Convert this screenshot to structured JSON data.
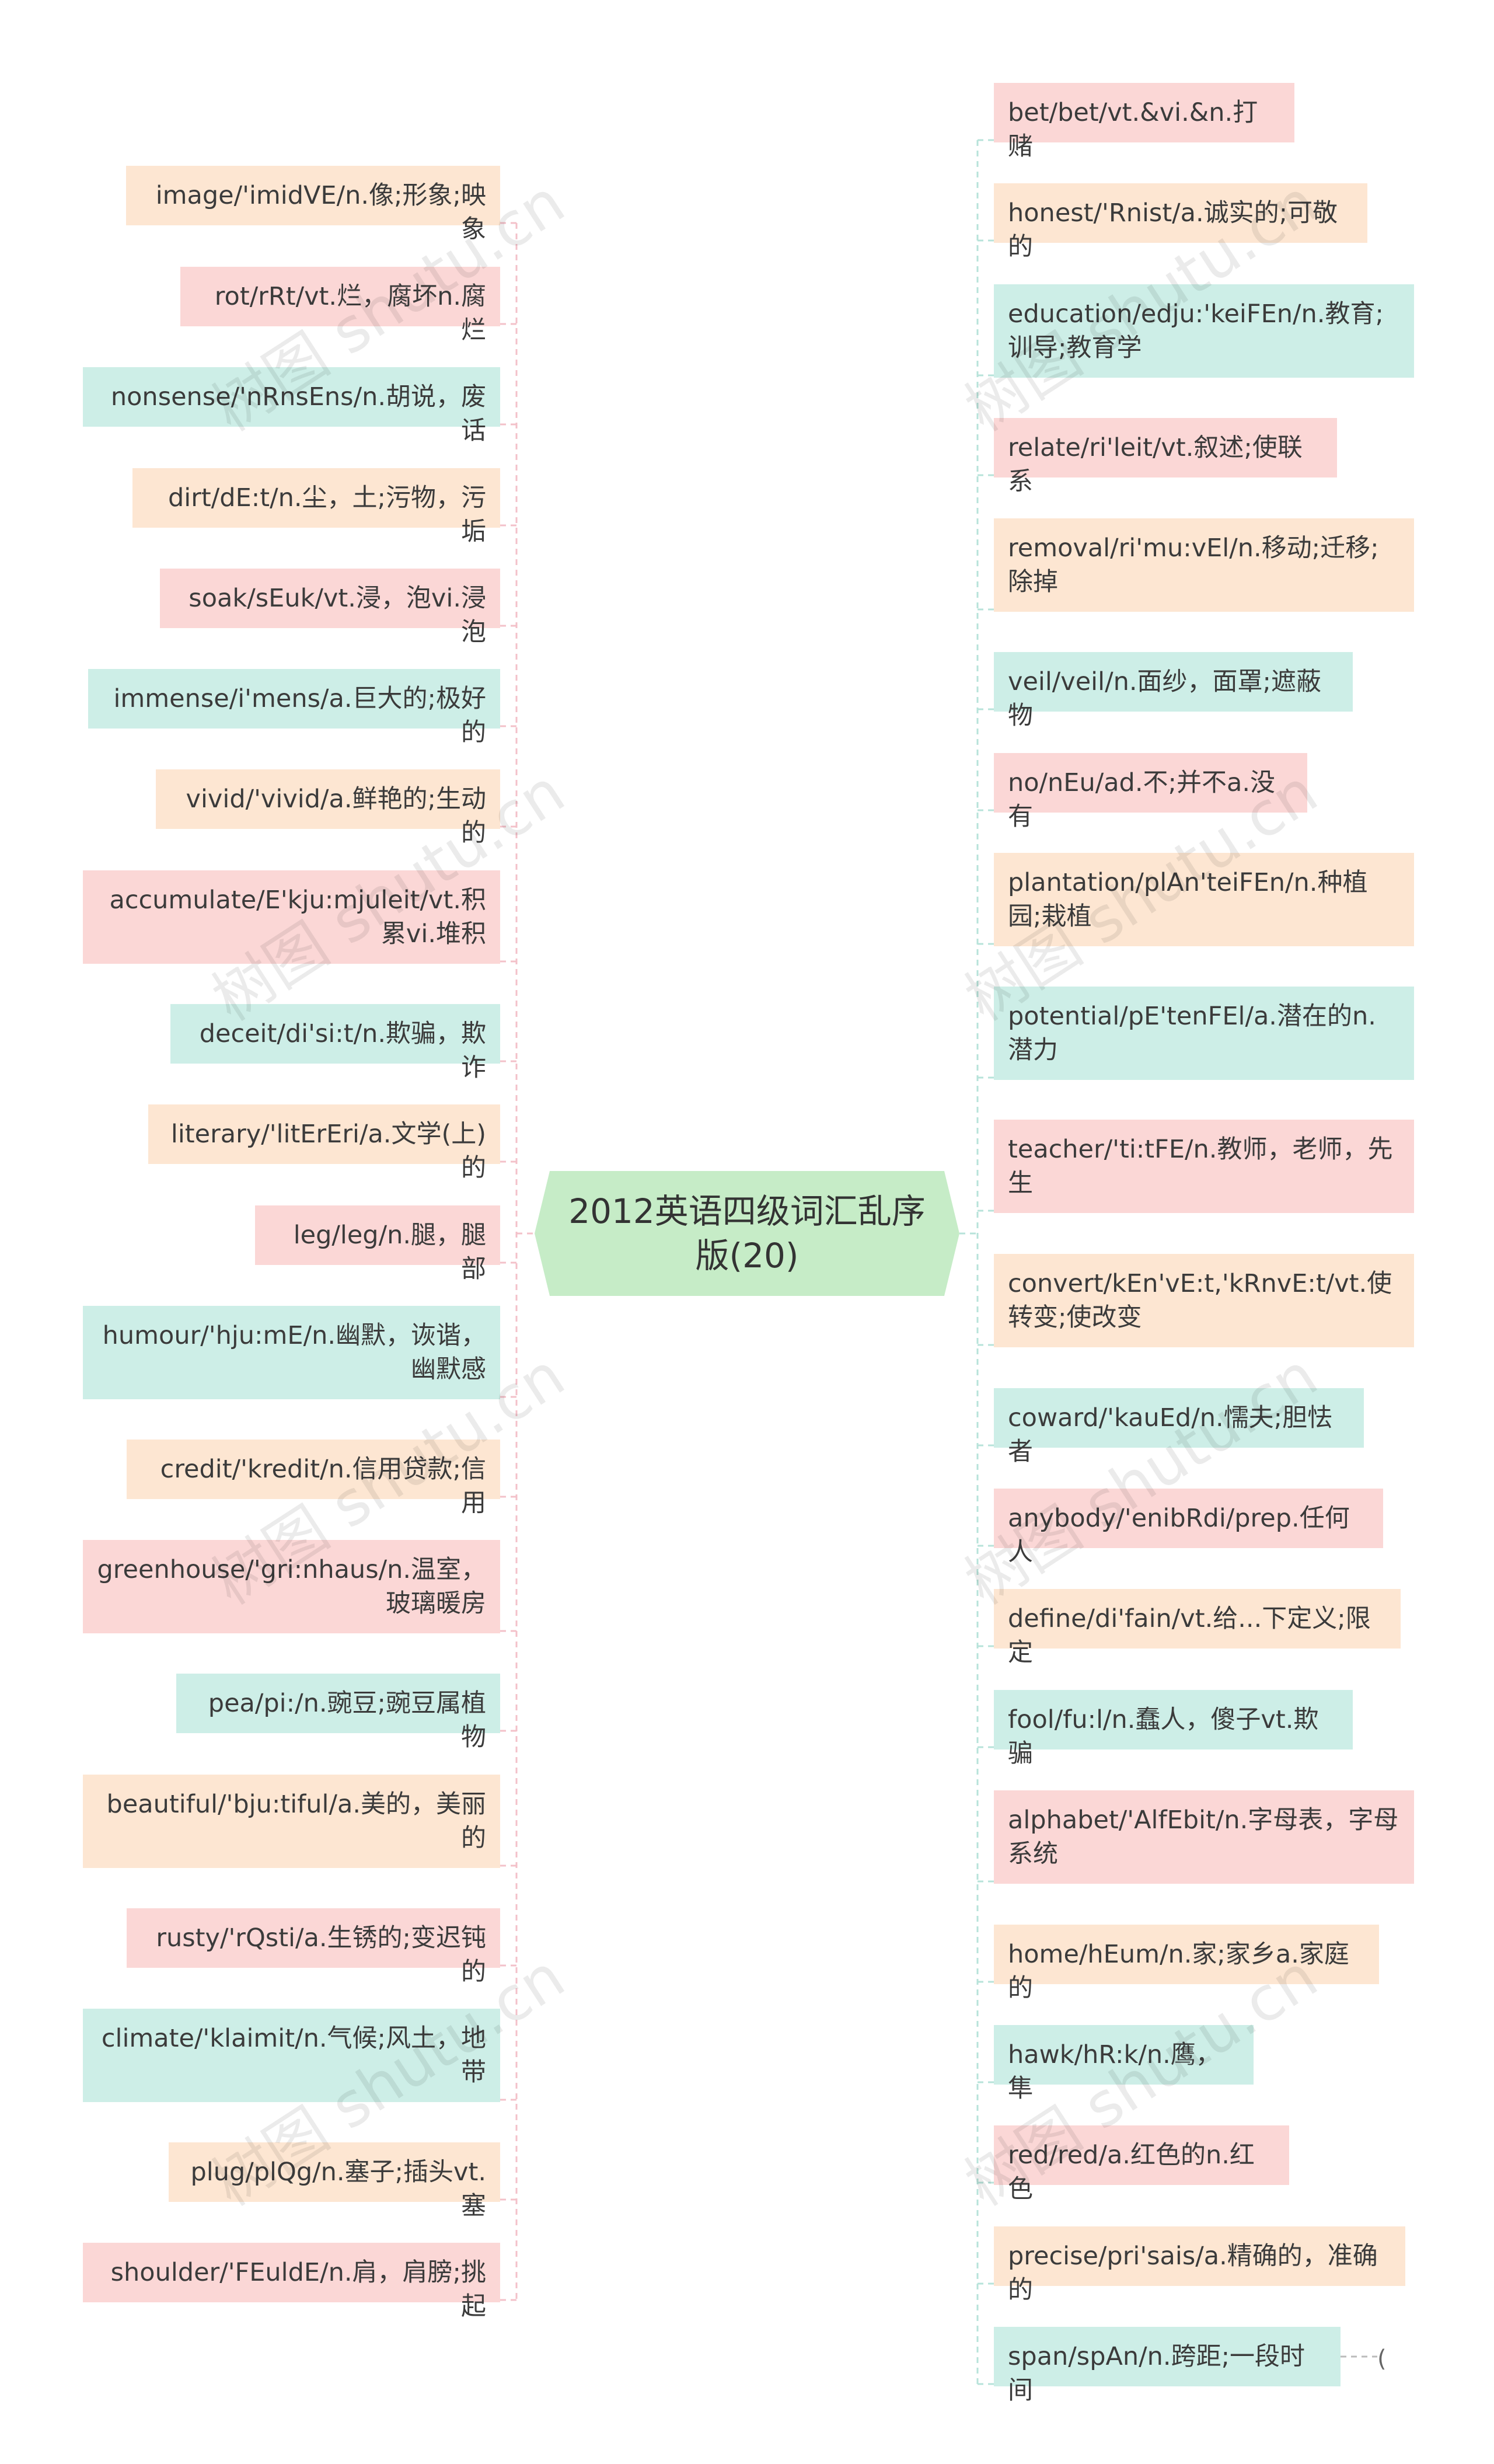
{
  "title": "2012英语四级词汇乱序版(20)",
  "colors": {
    "peach": "#fde6d2",
    "pink": "#fbd7d6",
    "mint": "#cdeee7",
    "center": "#c6ecc7",
    "line_left": "#f3c1c9",
    "line_right": "#b7e3da"
  },
  "left_items": [
    {
      "text": "image/'imidVE/n.像;形象;映象",
      "color": "peach"
    },
    {
      "text": "rot/rRt/vt.烂，腐坏n.腐烂",
      "color": "pink"
    },
    {
      "text": "nonsense/'nRnsEns/n.胡说，废话",
      "color": "mint"
    },
    {
      "text": "dirt/dE:t/n.尘，土;污物，污垢",
      "color": "peach"
    },
    {
      "text": "soak/sEuk/vt.浸，泡vi.浸泡",
      "color": "pink"
    },
    {
      "text": "immense/i'mens/a.巨大的;极好的",
      "color": "mint"
    },
    {
      "text": "vivid/'vivid/a.鲜艳的;生动的",
      "color": "peach"
    },
    {
      "text": "accumulate/E'kju:mjuleit/vt.积累vi.堆积",
      "color": "pink"
    },
    {
      "text": "deceit/di'si:t/n.欺骗，欺诈",
      "color": "mint"
    },
    {
      "text": "literary/'litErEri/a.文学(上)的",
      "color": "peach"
    },
    {
      "text": "leg/leg/n.腿，腿部",
      "color": "pink"
    },
    {
      "text": "humour/'hju:mE/n.幽默，诙谐，幽默感",
      "color": "mint"
    },
    {
      "text": "credit/'kredit/n.信用贷款;信用",
      "color": "peach"
    },
    {
      "text": "greenhouse/'gri:nhaus/n.温室，玻璃暖房",
      "color": "pink"
    },
    {
      "text": "pea/pi:/n.豌豆;豌豆属植物",
      "color": "mint"
    },
    {
      "text": "beautiful/'bju:tiful/a.美的，美丽的",
      "color": "peach"
    },
    {
      "text": "rusty/'rQsti/a.生锈的;变迟钝的",
      "color": "pink"
    },
    {
      "text": "climate/'klaimit/n.气候;风土，地带",
      "color": "mint"
    },
    {
      "text": "plug/plQg/n.塞子;插头vt.塞",
      "color": "peach"
    },
    {
      "text": "shoulder/'FEuldE/n.肩，肩膀;挑起",
      "color": "pink"
    }
  ],
  "right_items": [
    {
      "text": "bet/bet/vt.&vi.&n.打赌",
      "color": "pink"
    },
    {
      "text": "honest/'Rnist/a.诚实的;可敬的",
      "color": "peach"
    },
    {
      "text": "education/edju:'keiFEn/n.教育;训导;教育学",
      "color": "mint"
    },
    {
      "text": "relate/ri'leit/vt.叙述;使联系",
      "color": "pink"
    },
    {
      "text": "removal/ri'mu:vEl/n.移动;迁移;除掉",
      "color": "peach"
    },
    {
      "text": "veil/veil/n.面纱，面罩;遮蔽物",
      "color": "mint"
    },
    {
      "text": "no/nEu/ad.不;并不a.没有",
      "color": "pink"
    },
    {
      "text": "plantation/plAn'teiFEn/n.种植园;栽植",
      "color": "peach"
    },
    {
      "text": "potential/pE'tenFEl/a.潜在的n.潜力",
      "color": "mint"
    },
    {
      "text": "teacher/'ti:tFE/n.教师，老师，先生",
      "color": "pink"
    },
    {
      "text": "convert/kEn'vE:t,'kRnvE:t/vt.使转变;使改变",
      "color": "peach"
    },
    {
      "text": "coward/'kauEd/n.懦夫;胆怯者",
      "color": "mint"
    },
    {
      "text": "anybody/'enibRdi/prep.任何人",
      "color": "pink"
    },
    {
      "text": "define/di'fain/vt.给...下定义;限定",
      "color": "peach"
    },
    {
      "text": "fool/fu:l/n.蠢人，傻子vt.欺骗",
      "color": "mint"
    },
    {
      "text": "alphabet/'AlfEbit/n.字母表，字母系统",
      "color": "pink"
    },
    {
      "text": "home/hEum/n.家;家乡a.家庭的",
      "color": "peach"
    },
    {
      "text": "hawk/hR:k/n.鹰，隼",
      "color": "mint"
    },
    {
      "text": "red/red/a.红色的n.红色",
      "color": "pink"
    },
    {
      "text": "precise/pri'sais/a.精确的，准确的",
      "color": "peach"
    },
    {
      "text": "span/spAn/n.跨距;一段时间",
      "color": "mint"
    }
  ],
  "stub_text": "(",
  "watermarks": [
    "树图 shutu.cn"
  ]
}
